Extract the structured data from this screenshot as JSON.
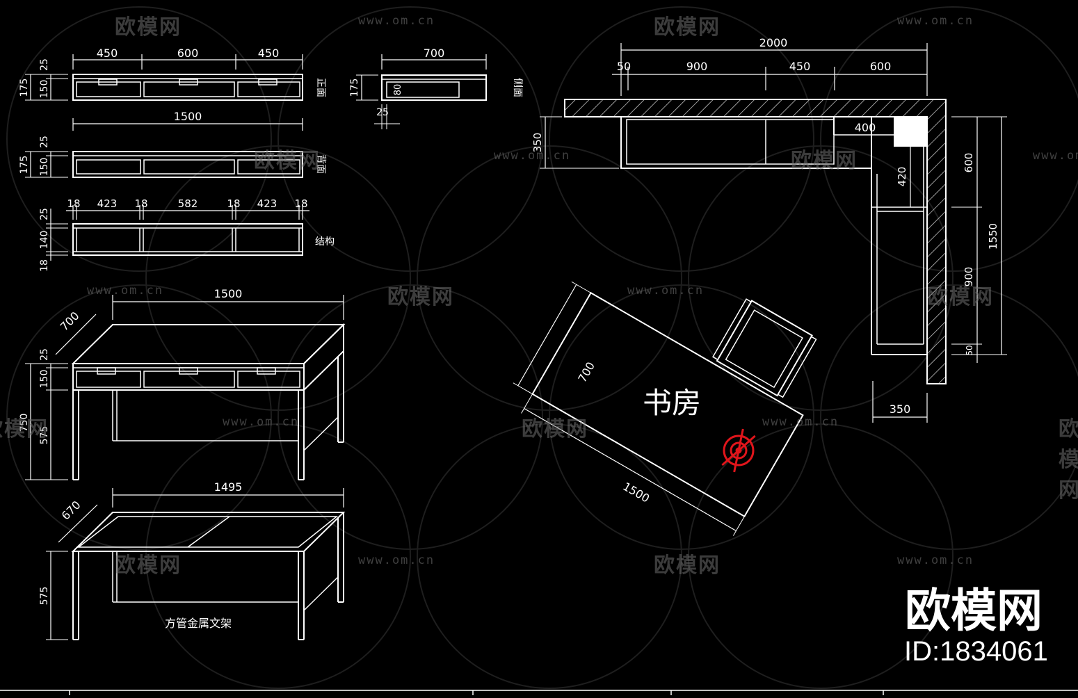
{
  "brand": {
    "name": "欧模网",
    "id": "ID:1834061"
  },
  "watermark": {
    "logo": "欧模网",
    "url": "www.om.cn"
  },
  "colors": {
    "background": "#000000",
    "line": "#ffffff",
    "dim": "#e8e8e8",
    "hatch": "#cfcfcf",
    "target": "#e0151b"
  },
  "front_view": {
    "label": "正面",
    "top_dims": [
      "450",
      "600",
      "450"
    ],
    "bottom_dim": "1500",
    "left_dims": {
      "total": "175",
      "top": "25",
      "body": "150"
    }
  },
  "back_view": {
    "label": "背面",
    "left_dims": {
      "total": "175",
      "top": "25",
      "body": "150"
    }
  },
  "structure_view": {
    "label": "结构",
    "top_dims": [
      "18",
      "423",
      "18",
      "582",
      "18",
      "423",
      "18"
    ],
    "left_dims": {
      "top": "25",
      "body": "140",
      "bottom": "18"
    }
  },
  "side_view": {
    "label": "侧面",
    "width_dim": "700",
    "height_dim": "175",
    "inner_dim": "80",
    "thickness_dim": "25"
  },
  "perspective": {
    "width_dim": "1500",
    "depth_dim": "700",
    "height_total": "750",
    "top_dim": "25",
    "drawer_dim": "150",
    "leg_dim": "575"
  },
  "frame_view": {
    "width_dim": "1495",
    "depth_dim": "670",
    "height_dim": "575",
    "caption": "方管金属文架"
  },
  "plan": {
    "overall_width": "2000",
    "segments": [
      "50",
      "900",
      "450",
      "600"
    ],
    "shelf_depth": "350",
    "inner_width": "400",
    "inner_height": "420",
    "right_dims": [
      "600",
      "900",
      "50"
    ],
    "overall_height": "1550",
    "bottom_dim": "350",
    "room_label": "书房",
    "desk_depth": "700",
    "desk_length": "1500"
  }
}
